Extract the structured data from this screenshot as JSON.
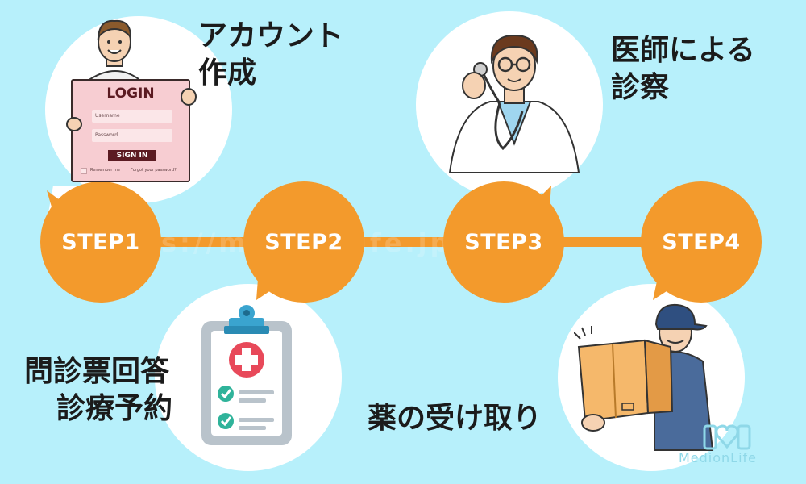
{
  "steps": [
    {
      "label": "STEP1",
      "title_line1": "アカウント",
      "title_line2": "作成"
    },
    {
      "label": "STEP2",
      "title_line1": "問診票回答",
      "title_line2": "診療予約"
    },
    {
      "label": "STEP3",
      "title_line1": "医師による",
      "title_line2": "診察"
    },
    {
      "label": "STEP4",
      "title_line1": "薬の受け取り",
      "title_line2": ""
    }
  ],
  "login": {
    "title": "LOGIN",
    "username_placeholder": "Username",
    "password_placeholder": "Password",
    "button": "SIGN IN",
    "remember": "Remember me",
    "forgot": "Forgot your password?"
  },
  "brand": "MedionLife",
  "watermark": "s://medionlife.jp/arti",
  "colors": {
    "background": "#b7f0fb",
    "accent": "#f39a2c",
    "bubble": "#ffffff",
    "text": "#1b1b1b"
  }
}
